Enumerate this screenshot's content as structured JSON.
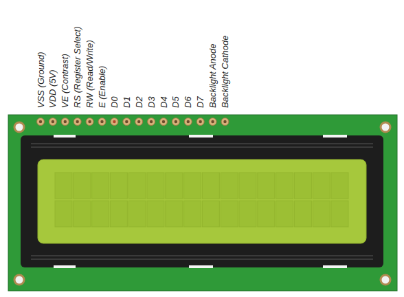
{
  "diagram": {
    "labels": [
      "VSS (Ground)",
      "VDD (5V)",
      "VE (Contrast)",
      "RS (Register Select)",
      "RW (Read/Write)",
      "E (Enable)",
      "D0",
      "D1",
      "D2",
      "D3",
      "D4",
      "D5",
      "D6",
      "D7",
      "Backlight Anode",
      "Backlight Cathode"
    ]
  }
}
